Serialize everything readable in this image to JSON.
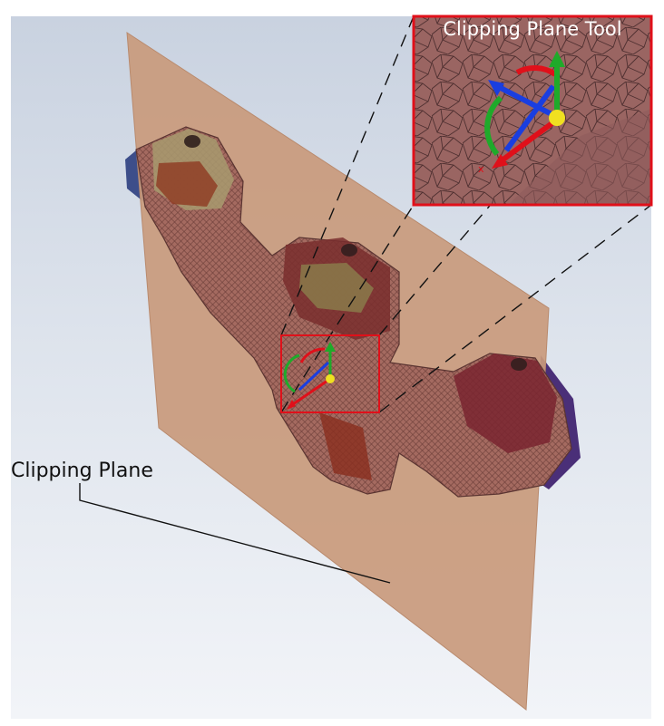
{
  "labels": {
    "clipping_plane": "Clipping Plane",
    "clipping_plane_tool": "Clipping Plane Tool"
  },
  "icons": {
    "axis_label": "x"
  },
  "colors": {
    "plane": "#c99a7c",
    "mesh": "#a76a60",
    "highlight": "#e0101a",
    "axis_x": "#e0101a",
    "axis_y": "#1faa2a",
    "axis_z": "#1a3ee0",
    "handle": "#f0e020"
  }
}
